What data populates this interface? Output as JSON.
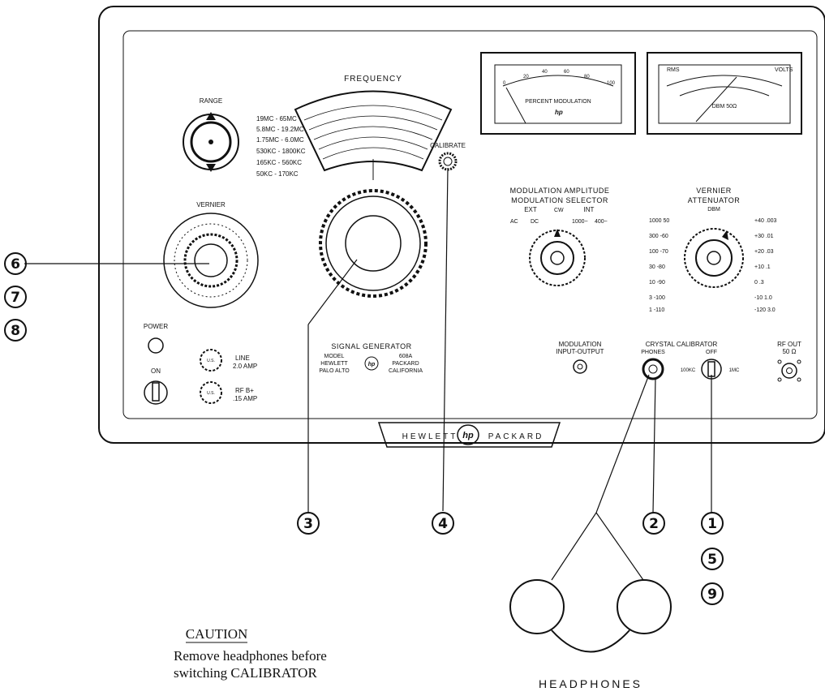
{
  "panel": {
    "frequency_label": "FREQUENCY",
    "range_label": "RANGE",
    "vernier_label": "VERNIER",
    "calibrate_label": "CALIBRATE",
    "power_label": "POWER",
    "on_label": "ON",
    "line_fuse": [
      "LINE",
      "2.0 AMP"
    ],
    "rf_fuse": [
      "RF B+",
      ".15 AMP"
    ],
    "freq_bands": [
      "19MC - 65MC",
      "5.8MC - 19.2MC",
      "1.75MC - 6.0MC",
      "530KC - 1800KC",
      "165KC - 560KC",
      "50KC - 170KC"
    ],
    "signal_generator": {
      "title": "SIGNAL GENERATOR",
      "model_left": [
        "MODEL",
        "HEWLETT",
        "PALO ALTO"
      ],
      "model_right": [
        "608A",
        "PACKARD",
        "CALIFORNIA"
      ]
    },
    "meter_left": {
      "label": "PERCENT MODULATION",
      "ticks": [
        "0",
        "20",
        "40",
        "60",
        "80",
        "100"
      ]
    },
    "meter_right": {
      "label_left": "RMS",
      "label_right": "VOLTS",
      "label_bottom": "DBM 50Ω"
    },
    "modulation_selector": {
      "line1": "MODULATION  AMPLITUDE",
      "line2": "MODULATION  SELECTOR",
      "ext": "EXT",
      "int": "INT",
      "options": [
        "AC",
        "DC",
        "CW",
        "1000~",
        "400~"
      ]
    },
    "attenuator": {
      "line1": "VERNIER",
      "line2": "ATTENUATOR",
      "unit": "DBM",
      "left_scale": [
        "1000  50",
        "300  -60",
        "100  -70",
        "30  -80",
        "10  -90",
        "3  -100",
        "1  -110"
      ],
      "right_scale": [
        "+40 .003",
        "+30 .01",
        "+20 .03",
        "+10 .1",
        "0 .3",
        "-10 1.0",
        "-120 3.0"
      ]
    },
    "modulation_io": [
      "MODULATION",
      "INPUT-OUTPUT"
    ],
    "crystal_calibrator": "CRYSTAL  CALIBRATOR",
    "phones": "PHONES",
    "off": "OFF",
    "cal_left": "100KC",
    "cal_right": "1MC",
    "rf_out": [
      "RF OUT",
      "50 Ω"
    ],
    "brand_left": "HEWLETT",
    "brand_right": "PACKARD",
    "logo": "hp"
  },
  "callouts": {
    "c1": "1",
    "c2": "2",
    "c3": "3",
    "c4": "4",
    "c5": "5",
    "c6": "6",
    "c7": "7",
    "c8": "8",
    "c9": "9"
  },
  "caution": {
    "title": "CAUTION",
    "line1": "Remove headphones before",
    "line2": "switching CALIBRATOR"
  },
  "headphones_label": "HEADPHONES"
}
